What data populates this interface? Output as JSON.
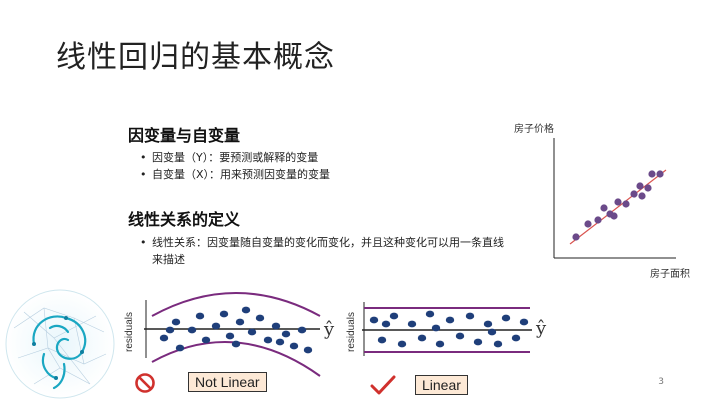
{
  "slide": {
    "title": "线性回归的基本概念",
    "page_number": "3"
  },
  "section1": {
    "heading": "因变量与自变量",
    "bullets": [
      "因变量（Y）：要预测或解释的变量",
      "自变量（X）：用来预测因变量的变量"
    ]
  },
  "section2": {
    "heading": "线性关系的定义",
    "bullets": [
      "线性关系：因变量随自变量的变化而变化，并且这种变化可以用一条直线来描述"
    ]
  },
  "scatter": {
    "ylabel": "房子价格",
    "xlabel": "房子面积",
    "point_color": "#6b4a8a",
    "line_color": "#d9534f"
  },
  "residual_plots": {
    "ylabel": "residuals",
    "yhat_symbol": "ŷ",
    "nonlinear_label": "Not Linear",
    "linear_label": "Linear",
    "point_color": "#1f3f7a",
    "band_color": "#7a2b7e",
    "no_icon_color": "#d0312d",
    "check_color": "#d0312d"
  }
}
